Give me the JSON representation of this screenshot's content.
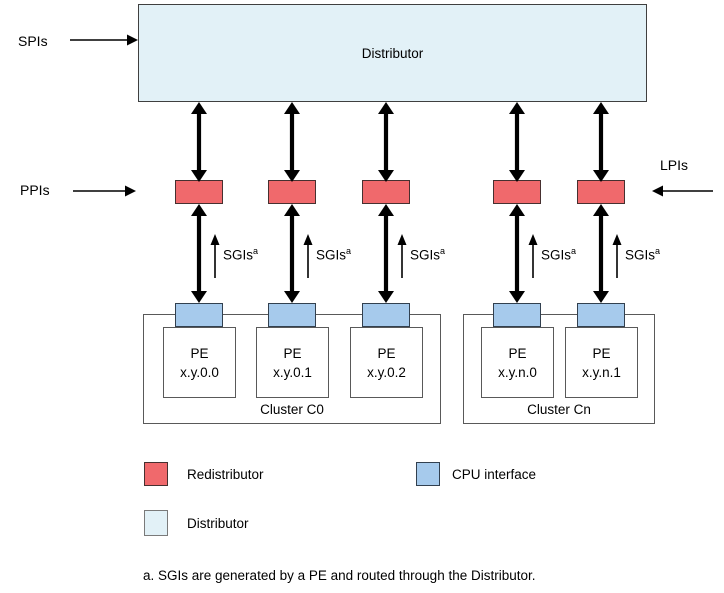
{
  "diagram": {
    "distributor_label": "Distributor",
    "inputs": {
      "spi": "SPIs",
      "ppi": "PPIs",
      "lpi": "LPIs"
    },
    "sgi": {
      "label": "SGIs",
      "superscript": "a"
    },
    "pes": [
      {
        "name": "PE",
        "id": "x.y.0.0"
      },
      {
        "name": "PE",
        "id": "x.y.0.1"
      },
      {
        "name": "PE",
        "id": "x.y.0.2"
      },
      {
        "name": "PE",
        "id": "x.y.n.0"
      },
      {
        "name": "PE",
        "id": "x.y.n.1"
      }
    ],
    "clusters": [
      {
        "label": "Cluster C0"
      },
      {
        "label": "Cluster Cn"
      }
    ]
  },
  "legend": {
    "items": [
      {
        "label": "Redistributor",
        "color": "#f0696c"
      },
      {
        "label": "CPU interface",
        "color": "#a6caec"
      },
      {
        "label": "Distributor",
        "color": "#e2f1f7"
      }
    ]
  },
  "footnote": "a. SGIs are generated by a PE and routed through the Distributor.",
  "colors": {
    "redistributor_fill": "#f0696c",
    "cpu_interface_fill": "#a6caec",
    "distributor_fill": "#e2f1f7",
    "arrow": "#000000"
  }
}
